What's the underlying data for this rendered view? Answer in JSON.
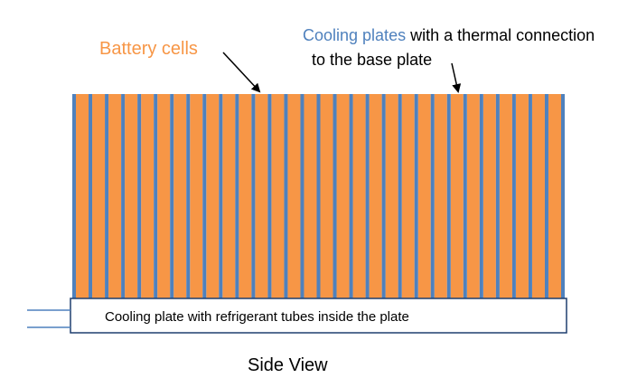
{
  "labels": {
    "battery_cells": "Battery cells",
    "cooling_plates_colored": "Cooling plates",
    "cooling_plates_rest_line1": " with a thermal connection",
    "cooling_plates_line2": "to the base plate",
    "base_plate": "Cooling plate with refrigerant tubes inside the plate",
    "view": "Side View"
  },
  "cells": {
    "count": 30
  },
  "colors": {
    "cell": "#F79646",
    "cooling_plate": "#4F81BD",
    "cooling_label": "#4F81BD",
    "battery_label": "#F79646",
    "text": "#000000",
    "base_plate_border": "#1F3F6F",
    "refrigerant_tube": "#4F81BD",
    "arrow": "#000000"
  }
}
